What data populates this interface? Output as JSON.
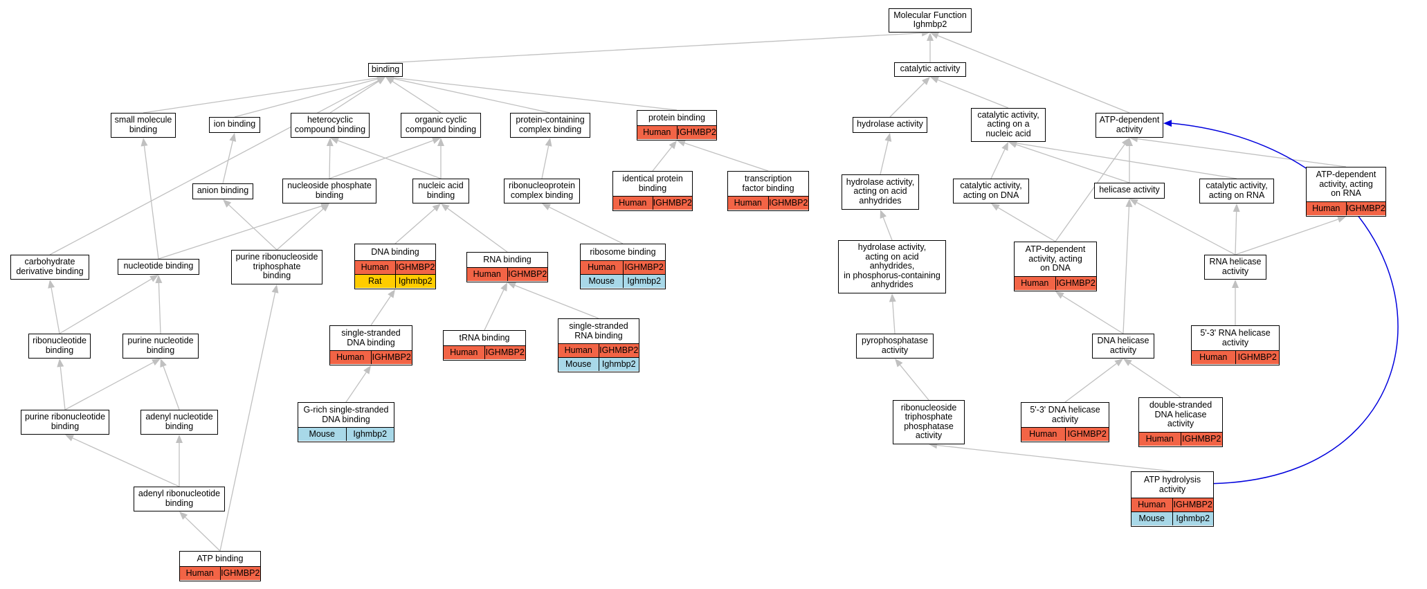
{
  "colors": {
    "edge": "#c0c0c0",
    "edge_highlight": "#0000dd",
    "human": "#f26446",
    "mouse": "#a8d8e8",
    "rat": "#ffcc00"
  },
  "nodes": [
    {
      "id": "mf",
      "label": "Molecular Function\nIghmbp2"
    },
    {
      "id": "binding",
      "label": "binding"
    },
    {
      "id": "catalytic",
      "label": "catalytic activity"
    },
    {
      "id": "small_mol",
      "label": "small molecule\nbinding"
    },
    {
      "id": "ion",
      "label": "ion binding"
    },
    {
      "id": "heterocyclic",
      "label": "heterocyclic\ncompound binding"
    },
    {
      "id": "organic_cyclic",
      "label": "organic cyclic\ncompound binding"
    },
    {
      "id": "protein_complex",
      "label": "protein-containing\ncomplex binding"
    },
    {
      "id": "protein_binding",
      "label": "protein binding",
      "rows": [
        [
          "Human",
          "IGHMBP2"
        ]
      ]
    },
    {
      "id": "hydrolase",
      "label": "hydrolase activity"
    },
    {
      "id": "cat_nucleic",
      "label": "catalytic activity,\nacting on a\nnucleic acid"
    },
    {
      "id": "atp_dep",
      "label": "ATP-dependent\nactivity"
    },
    {
      "id": "anion",
      "label": "anion binding"
    },
    {
      "id": "nucleoside_phos",
      "label": "nucleoside phosphate\nbinding"
    },
    {
      "id": "nucleic_acid",
      "label": "nucleic acid\nbinding"
    },
    {
      "id": "rnp_complex",
      "label": "ribonucleoprotein\ncomplex binding"
    },
    {
      "id": "identical_protein",
      "label": "identical protein\nbinding",
      "rows": [
        [
          "Human",
          "IGHMBP2"
        ]
      ]
    },
    {
      "id": "tf_binding",
      "label": "transcription\nfactor binding",
      "rows": [
        [
          "Human",
          "IGHMBP2"
        ]
      ]
    },
    {
      "id": "hyd_anhydrides",
      "label": "hydrolase activity,\nacting on acid\nanhydrides"
    },
    {
      "id": "cat_dna",
      "label": "catalytic activity,\nacting on DNA"
    },
    {
      "id": "helicase",
      "label": "helicase activity"
    },
    {
      "id": "cat_rna",
      "label": "catalytic activity,\nacting on RNA"
    },
    {
      "id": "atp_dep_rna",
      "label": "ATP-dependent\nactivity, acting\non RNA",
      "rows": [
        [
          "Human",
          "IGHMBP2"
        ]
      ]
    },
    {
      "id": "carb_deriv",
      "label": "carbohydrate\nderivative binding"
    },
    {
      "id": "nucleotide",
      "label": "nucleotide binding"
    },
    {
      "id": "purine_rntp",
      "label": "purine ribonucleoside\ntriphosphate\nbinding"
    },
    {
      "id": "dna_binding",
      "label": "DNA binding",
      "rows": [
        [
          "Human",
          "IGHMBP2"
        ],
        [
          "Rat",
          "Ighmbp2"
        ]
      ]
    },
    {
      "id": "rna_binding",
      "label": "RNA binding",
      "rows": [
        [
          "Human",
          "IGHMBP2"
        ]
      ]
    },
    {
      "id": "ribosome",
      "label": "ribosome binding",
      "rows": [
        [
          "Human",
          "IGHMBP2"
        ],
        [
          "Mouse",
          "Ighmbp2"
        ]
      ]
    },
    {
      "id": "hyd_phos_anhyd",
      "label": "hydrolase activity,\nacting on acid\nanhydrides,\nin phosphorus-containing\nanhydrides"
    },
    {
      "id": "atp_dep_dna",
      "label": "ATP-dependent\nactivity, acting\non DNA",
      "rows": [
        [
          "Human",
          "IGHMBP2"
        ]
      ]
    },
    {
      "id": "rna_helicase",
      "label": "RNA helicase\nactivity"
    },
    {
      "id": "ribonucleotide",
      "label": "ribonucleotide\nbinding"
    },
    {
      "id": "purine_nucleotide",
      "label": "purine nucleotide\nbinding"
    },
    {
      "id": "ss_dna",
      "label": "single-stranded\nDNA binding",
      "rows": [
        [
          "Human",
          "IGHMBP2"
        ]
      ]
    },
    {
      "id": "trna",
      "label": "tRNA binding",
      "rows": [
        [
          "Human",
          "IGHMBP2"
        ]
      ]
    },
    {
      "id": "ss_rna",
      "label": "single-stranded\nRNA binding",
      "rows": [
        [
          "Human",
          "IGHMBP2"
        ],
        [
          "Mouse",
          "Ighmbp2"
        ]
      ]
    },
    {
      "id": "pyrophos",
      "label": "pyrophosphatase\nactivity"
    },
    {
      "id": "dna_helicase",
      "label": "DNA helicase\nactivity"
    },
    {
      "id": "rna_helicase_53",
      "label": "5'-3' RNA helicase\nactivity",
      "rows": [
        [
          "Human",
          "IGHMBP2"
        ]
      ]
    },
    {
      "id": "purine_ribonucleotide",
      "label": "purine ribonucleotide\nbinding"
    },
    {
      "id": "adenyl_nucleotide",
      "label": "adenyl nucleotide\nbinding"
    },
    {
      "id": "grich_ss_dna",
      "label": "G-rich single-stranded\nDNA binding",
      "rows": [
        [
          "Mouse",
          "Ighmbp2"
        ]
      ]
    },
    {
      "id": "rntp_phosphatase",
      "label": "ribonucleoside\ntriphosphate\nphosphatase\nactivity"
    },
    {
      "id": "dna_helicase_53",
      "label": "5'-3' DNA helicase\nactivity",
      "rows": [
        [
          "Human",
          "IGHMBP2"
        ]
      ]
    },
    {
      "id": "ds_dna_helicase",
      "label": "double-stranded\nDNA helicase\nactivity",
      "rows": [
        [
          "Human",
          "IGHMBP2"
        ]
      ]
    },
    {
      "id": "adenyl_ribonucleotide",
      "label": "adenyl ribonucleotide\nbinding"
    },
    {
      "id": "atp_hydrolysis",
      "label": "ATP hydrolysis\nactivity",
      "rows": [
        [
          "Human",
          "IGHMBP2"
        ],
        [
          "Mouse",
          "Ighmbp2"
        ]
      ]
    },
    {
      "id": "atp_binding",
      "label": "ATP binding",
      "rows": [
        [
          "Human",
          "IGHMBP2"
        ]
      ]
    }
  ],
  "edges": [
    [
      "binding",
      "mf"
    ],
    [
      "catalytic",
      "mf"
    ],
    [
      "atp_dep",
      "mf"
    ],
    [
      "small_mol",
      "binding"
    ],
    [
      "ion",
      "binding"
    ],
    [
      "heterocyclic",
      "binding"
    ],
    [
      "organic_cyclic",
      "binding"
    ],
    [
      "protein_complex",
      "binding"
    ],
    [
      "protein_binding",
      "binding"
    ],
    [
      "carb_deriv",
      "binding"
    ],
    [
      "hydrolase",
      "catalytic"
    ],
    [
      "cat_nucleic",
      "catalytic"
    ],
    [
      "anion",
      "ion"
    ],
    [
      "nucleoside_phos",
      "heterocyclic"
    ],
    [
      "nucleoside_phos",
      "organic_cyclic"
    ],
    [
      "nucleic_acid",
      "heterocyclic"
    ],
    [
      "nucleic_acid",
      "organic_cyclic"
    ],
    [
      "rnp_complex",
      "protein_complex"
    ],
    [
      "identical_protein",
      "protein_binding"
    ],
    [
      "tf_binding",
      "protein_binding"
    ],
    [
      "hyd_anhydrides",
      "hydrolase"
    ],
    [
      "cat_dna",
      "cat_nucleic"
    ],
    [
      "helicase",
      "cat_nucleic"
    ],
    [
      "cat_rna",
      "cat_nucleic"
    ],
    [
      "helicase",
      "atp_dep"
    ],
    [
      "atp_dep_rna",
      "atp_dep"
    ],
    [
      "atp_dep_dna",
      "atp_dep"
    ],
    [
      "nucleotide",
      "small_mol"
    ],
    [
      "nucleotide",
      "nucleoside_phos"
    ],
    [
      "purine_rntp",
      "anion"
    ],
    [
      "purine_rntp",
      "nucleoside_phos"
    ],
    [
      "dna_binding",
      "nucleic_acid"
    ],
    [
      "rna_binding",
      "nucleic_acid"
    ],
    [
      "ribosome",
      "rnp_complex"
    ],
    [
      "hyd_phos_anhyd",
      "hyd_anhydrides"
    ],
    [
      "atp_dep_dna",
      "cat_dna"
    ],
    [
      "rna_helicase",
      "helicase"
    ],
    [
      "rna_helicase",
      "cat_rna"
    ],
    [
      "rna_helicase",
      "atp_dep_rna"
    ],
    [
      "ribonucleotide",
      "carb_deriv"
    ],
    [
      "ribonucleotide",
      "nucleotide"
    ],
    [
      "purine_nucleotide",
      "nucleotide"
    ],
    [
      "ss_dna",
      "dna_binding"
    ],
    [
      "trna",
      "rna_binding"
    ],
    [
      "ss_rna",
      "rna_binding"
    ],
    [
      "pyrophos",
      "hyd_phos_anhyd"
    ],
    [
      "dna_helicase",
      "helicase"
    ],
    [
      "dna_helicase",
      "atp_dep_dna"
    ],
    [
      "rna_helicase_53",
      "rna_helicase"
    ],
    [
      "purine_ribonucleotide",
      "ribonucleotide"
    ],
    [
      "purine_ribonucleotide",
      "purine_nucleotide"
    ],
    [
      "adenyl_nucleotide",
      "purine_nucleotide"
    ],
    [
      "grich_ss_dna",
      "ss_dna"
    ],
    [
      "rntp_phosphatase",
      "pyrophos"
    ],
    [
      "dna_helicase_53",
      "dna_helicase"
    ],
    [
      "ds_dna_helicase",
      "dna_helicase"
    ],
    [
      "adenyl_ribonucleotide",
      "purine_ribonucleotide"
    ],
    [
      "adenyl_ribonucleotide",
      "adenyl_nucleotide"
    ],
    [
      "atp_hydrolysis",
      "rntp_phosphatase"
    ],
    [
      "atp_binding",
      "adenyl_ribonucleotide"
    ],
    [
      "atp_binding",
      "purine_rntp"
    ]
  ],
  "highlight_edges": [
    [
      "atp_hydrolysis",
      "atp_dep"
    ]
  ]
}
